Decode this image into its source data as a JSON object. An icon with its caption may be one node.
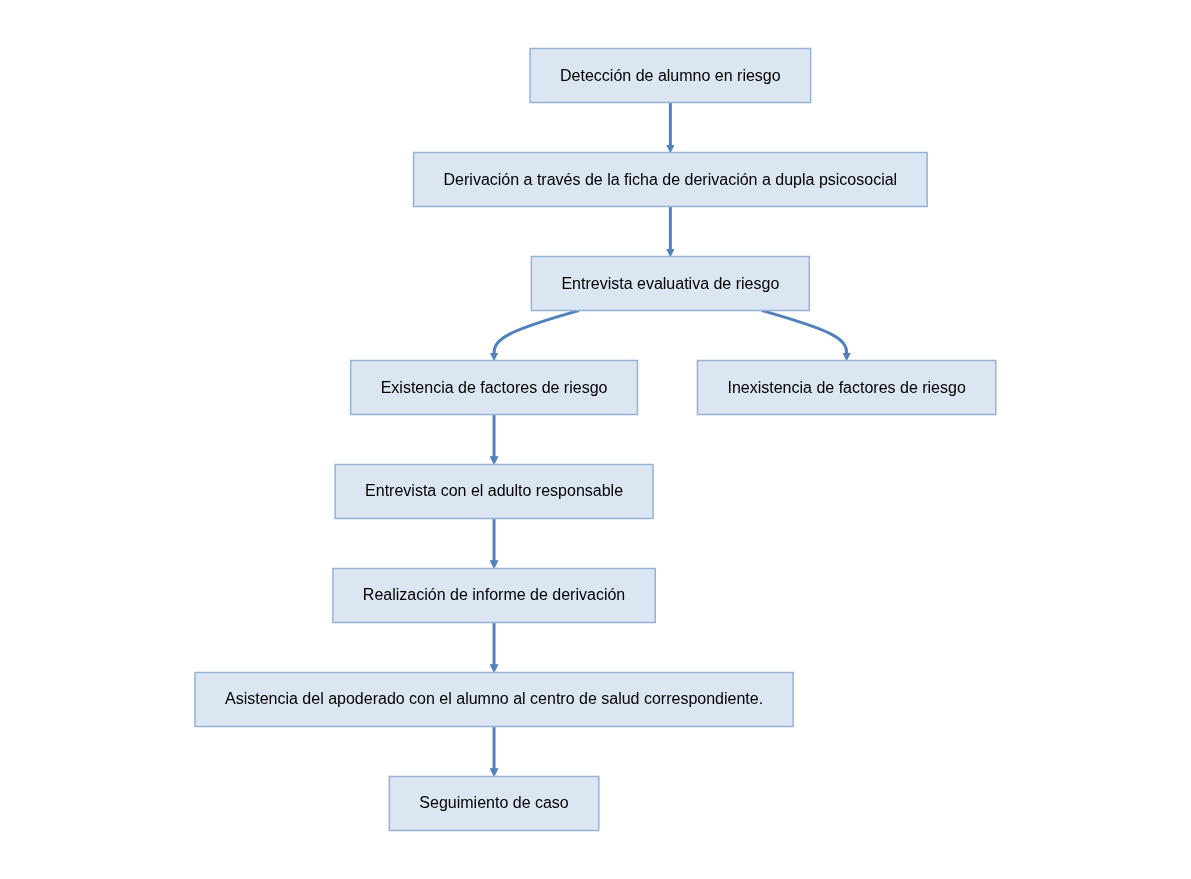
{
  "diagram": {
    "nodes": [
      {
        "text": [
          "Detección de alumno en riesgo"
        ]
      },
      {
        "text": [
          "Derivación a través de la ficha de derivación a dupla psicosocial"
        ]
      },
      {
        "text": [
          "Entrevista evaluativa de riesgo"
        ]
      },
      {
        "text": [
          "Existencia de factores de riesgo"
        ]
      },
      {
        "text": [
          "Inexistencia de factores de riesgo"
        ]
      },
      {
        "text": [
          "Entrevista con el adulto responsable"
        ]
      },
      {
        "text": [
          "Realización de informe de derivación"
        ]
      },
      {
        "text": [
          "Asistencia del apoderado con el alumno al centro de salud correspondiente."
        ]
      },
      {
        "text": [
          "Seguimiento de caso"
        ]
      }
    ],
    "edges": [
      {
        "from": 0,
        "to": 1,
        "arrow": "to"
      },
      {
        "from": 1,
        "to": 2,
        "arrow": "to"
      },
      {
        "from": 2,
        "to": 3,
        "arrow": "to"
      },
      {
        "from": 2,
        "to": 4,
        "arrow": "to"
      },
      {
        "from": 3,
        "to": 5,
        "arrow": "to"
      },
      {
        "from": 5,
        "to": 6,
        "arrow": "to"
      },
      {
        "from": 6,
        "to": 7,
        "arrow": "to"
      },
      {
        "from": 7,
        "to": 8,
        "arrow": "to"
      }
    ]
  }
}
